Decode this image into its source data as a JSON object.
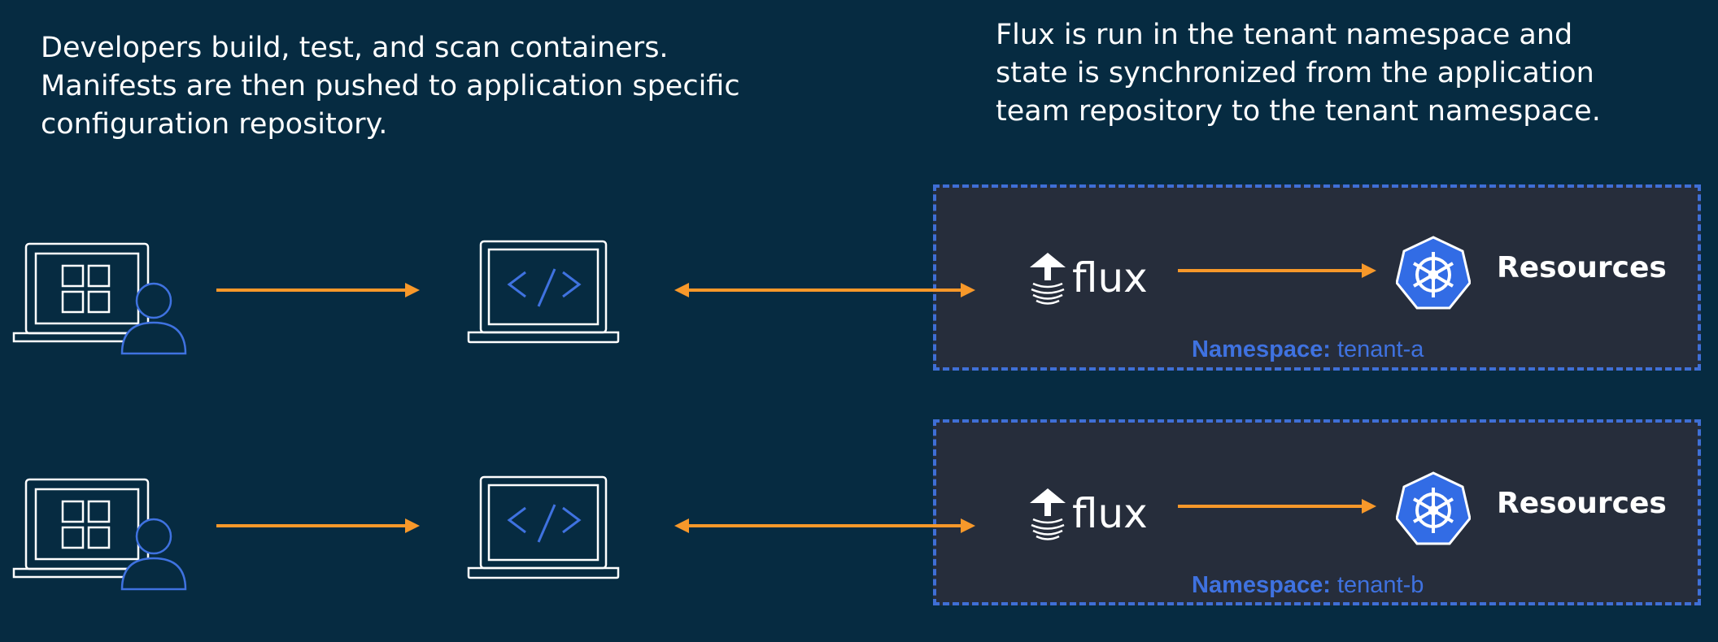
{
  "captions": {
    "left": "Developers build, test, and scan containers.\nManifests are then pushed to application specific\nconfiguration repository.",
    "right": "Flux is run in the tenant namespace and\nstate is synchronized from the application\nteam repository to the tenant namespace."
  },
  "namespace_key": "Namespace:",
  "tenants": [
    {
      "namespace": "tenant-a",
      "flux_label": "flux",
      "resources_label": "Resources"
    },
    {
      "namespace": "tenant-b",
      "flux_label": "flux",
      "resources_label": "Resources"
    }
  ],
  "icons": {
    "developer": "developer-laptop-user-icon",
    "repository": "code-laptop-icon",
    "flux": "flux-logo-icon",
    "kubernetes": "kubernetes-helm-icon"
  },
  "colors": {
    "background": "#062b41",
    "namespace_box": "#262d3b",
    "dashed_border": "#3f6fd6",
    "arrow": "#f7982a",
    "icon_accent": "#3f72e0"
  }
}
